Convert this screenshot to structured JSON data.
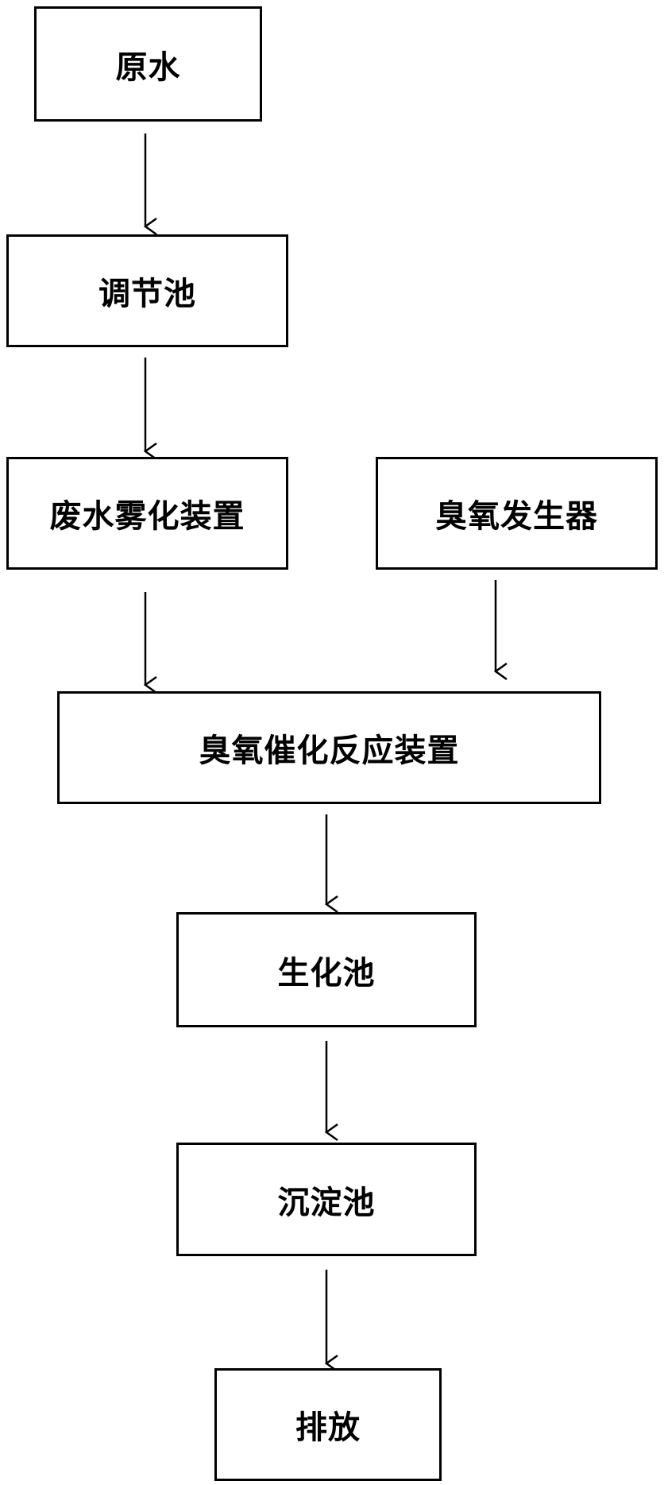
{
  "nodes": {
    "raw_water": "原水",
    "equalization_tank": "调节池",
    "wastewater_atomizer": "废水雾化装置",
    "ozone_generator": "臭氧发生器",
    "ozone_catalytic_reactor": "臭氧催化反应装置",
    "biochemical_tank": "生化池",
    "sedimentation_tank": "沉淀池",
    "discharge": "排放"
  },
  "edges": [
    [
      "raw_water",
      "equalization_tank"
    ],
    [
      "equalization_tank",
      "wastewater_atomizer"
    ],
    [
      "wastewater_atomizer",
      "ozone_catalytic_reactor"
    ],
    [
      "ozone_generator",
      "ozone_catalytic_reactor"
    ],
    [
      "ozone_catalytic_reactor",
      "biochemical_tank"
    ],
    [
      "biochemical_tank",
      "sedimentation_tank"
    ],
    [
      "sedimentation_tank",
      "discharge"
    ]
  ]
}
